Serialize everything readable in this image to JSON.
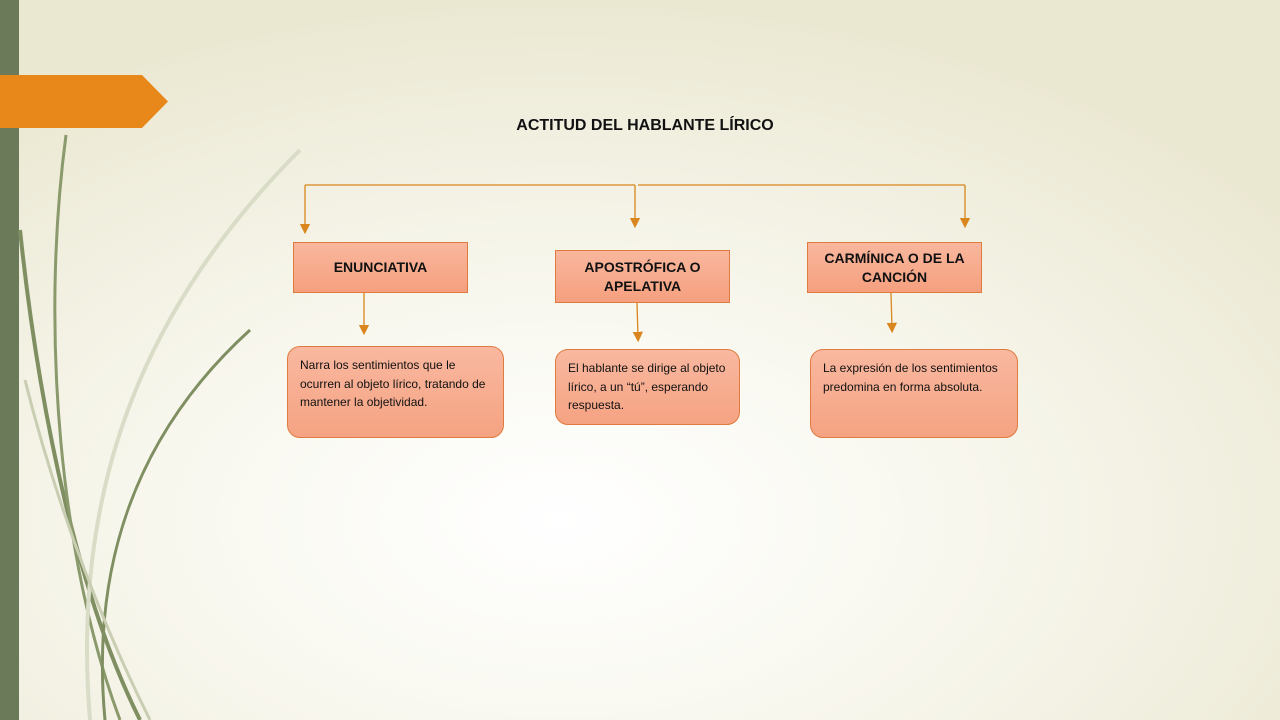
{
  "title": "ACTITUD DEL HABLANTE LÍRICO",
  "categories": [
    {
      "label": "ENUNCIATIVA",
      "description": "Narra los sentimientos que le ocurren al objeto lírico, tratando de mantener la objetividad."
    },
    {
      "label": "APOSTRÓFICA O APELATIVA",
      "description": "El hablante se dirige al objeto lírico, a un “tú”, esperando respuesta."
    },
    {
      "label": "CARMÍNICA O DE LA CANCIÓN",
      "description": "La expresión de los sentimientos predomina en forma absoluta."
    }
  ],
  "colors": {
    "accent_orange": "#e8881a",
    "box_fill": "#f7a98a",
    "box_border": "#e07b3f",
    "left_bar": "#6b7a58"
  }
}
